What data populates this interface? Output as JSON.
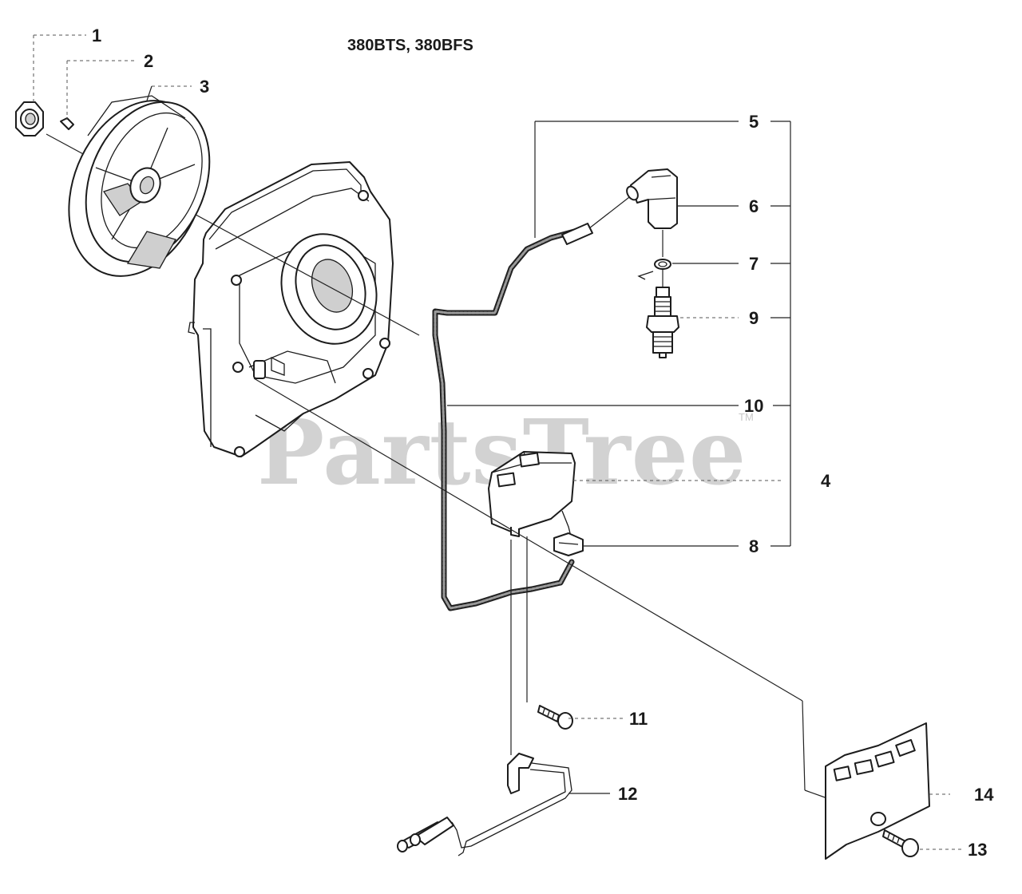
{
  "diagram": {
    "title": "380BTS, 380BFS",
    "watermark": "PartsTree",
    "watermark_tm": "TM",
    "callouts": [
      {
        "id": "1",
        "label": "1"
      },
      {
        "id": "2",
        "label": "2"
      },
      {
        "id": "3",
        "label": "3"
      },
      {
        "id": "4",
        "label": "4"
      },
      {
        "id": "5",
        "label": "5"
      },
      {
        "id": "6",
        "label": "6"
      },
      {
        "id": "7",
        "label": "7"
      },
      {
        "id": "8",
        "label": "8"
      },
      {
        "id": "9",
        "label": "9"
      },
      {
        "id": "10",
        "label": "10"
      },
      {
        "id": "11",
        "label": "11"
      },
      {
        "id": "12",
        "label": "12"
      },
      {
        "id": "13",
        "label": "13"
      },
      {
        "id": "14",
        "label": "14"
      }
    ],
    "parts": [
      {
        "id": "1",
        "icon": "flange-nut-icon"
      },
      {
        "id": "2",
        "icon": "woodruff-key-icon"
      },
      {
        "id": "3",
        "icon": "flywheel-icon"
      },
      {
        "id": "4",
        "icon": "ignition-module-assembly-icon"
      },
      {
        "id": "5",
        "icon": "ignition-assembly-icon"
      },
      {
        "id": "6",
        "icon": "spark-plug-cap-icon"
      },
      {
        "id": "7",
        "icon": "spring-clip-icon"
      },
      {
        "id": "8",
        "icon": "short-circuit-connector-icon"
      },
      {
        "id": "9",
        "icon": "spark-plug-icon"
      },
      {
        "id": "10",
        "icon": "ignition-cable-icon"
      },
      {
        "id": "11",
        "icon": "screw-icon"
      },
      {
        "id": "12",
        "icon": "short-circuit-cable-icon"
      },
      {
        "id": "13",
        "icon": "screw-icon"
      },
      {
        "id": "14",
        "icon": "cable-guide-plate-icon"
      }
    ]
  }
}
